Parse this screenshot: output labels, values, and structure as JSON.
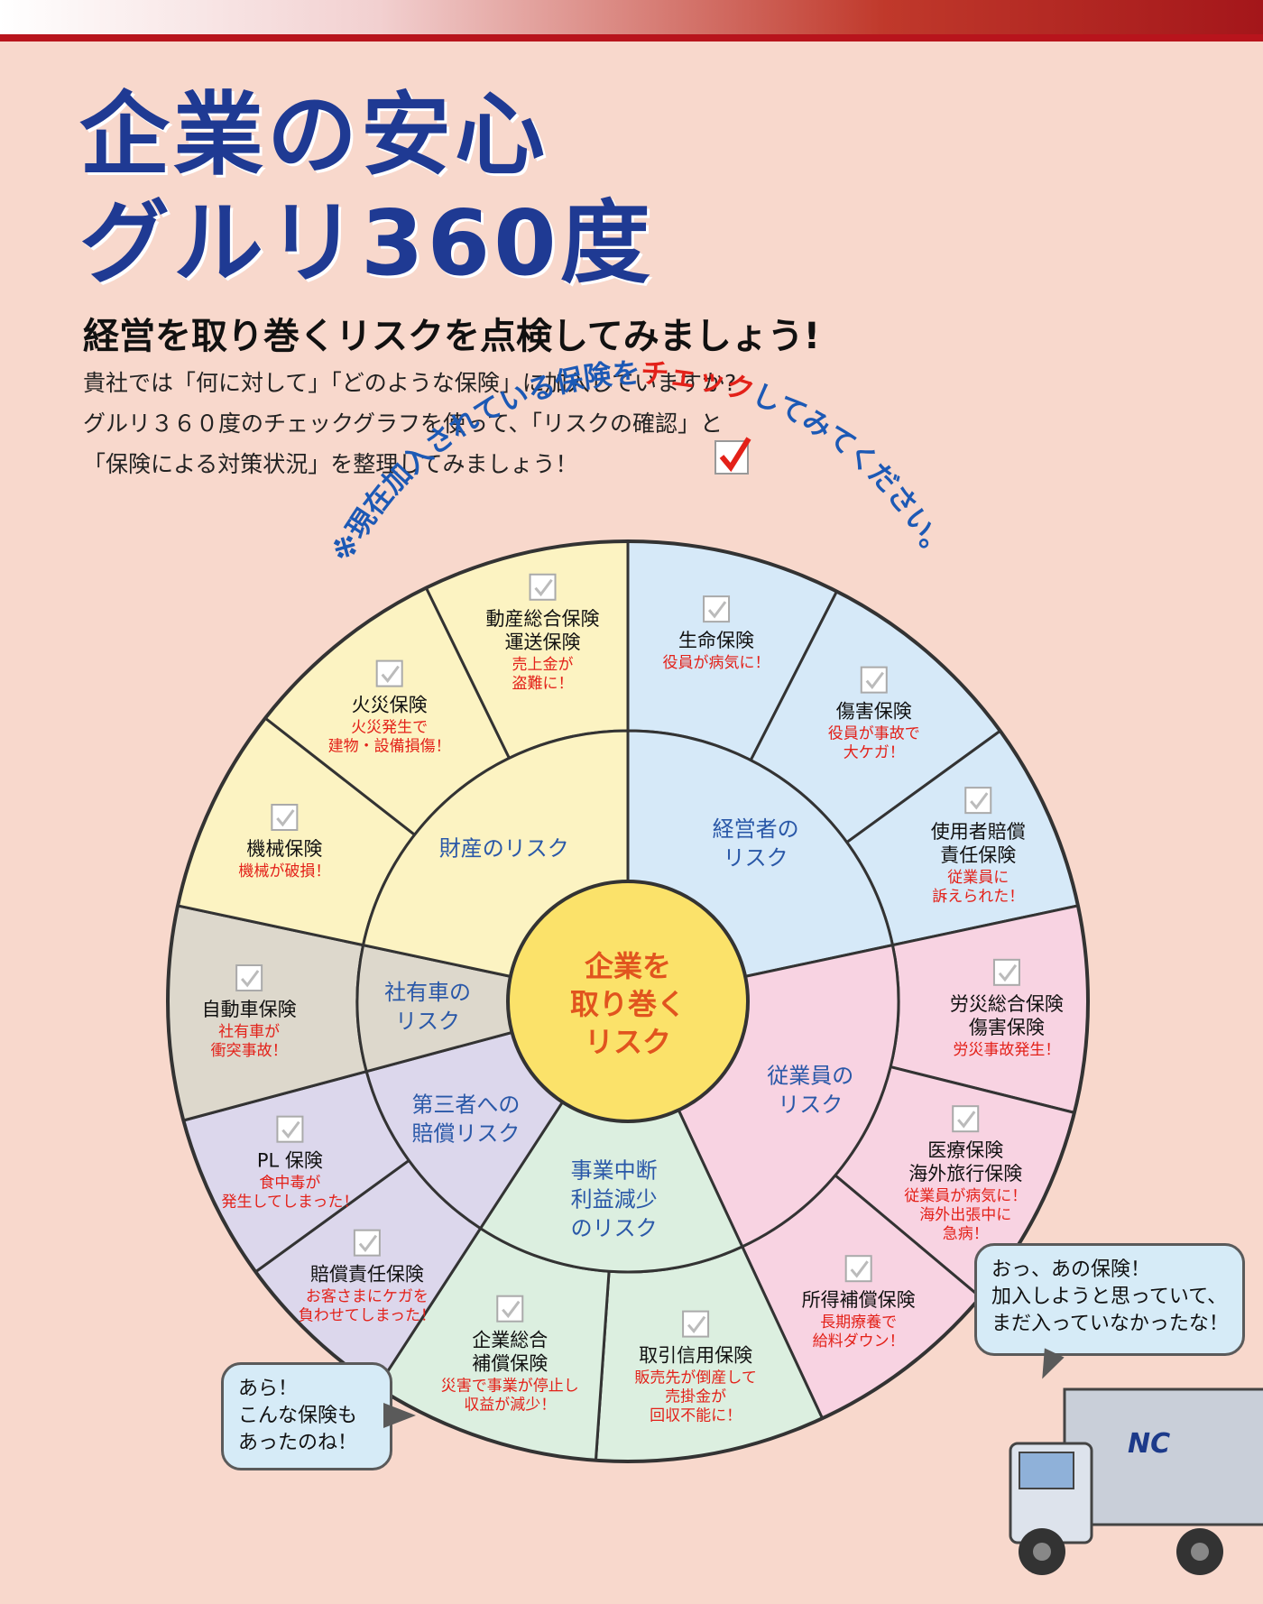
{
  "header": {
    "title_line1": "企業の安心",
    "title_line2": "グルリ360度",
    "subtitle": "経営を取り巻くリスクを点検してみましょう!",
    "intro": [
      "貴社では「何に対して」「どのような保険」に加入していますか?",
      "グルリ３６０度のチェックグラフを使って、「リスクの確認」と",
      "「保険による対策状況」を整理してみましょう！"
    ]
  },
  "arc_instruction": {
    "prefix": "※現在加入されている保険を",
    "highlight": "チェック",
    "suffix": "してみてください。"
  },
  "wheel": {
    "center": [
      "企業を",
      "取り巻く",
      "リスク"
    ],
    "categories": [
      {
        "name": [
          "経営者の",
          "リスク"
        ],
        "color": "#d6e9f8"
      },
      {
        "name": [
          "従業員の",
          "リスク"
        ],
        "color": "#f8d3e2"
      },
      {
        "name": [
          "事業中断",
          "利益減少",
          "のリスク"
        ],
        "color": "#dcefe0"
      },
      {
        "name": [
          "第三者への",
          "賠償リスク"
        ],
        "color": "#dcd7ec"
      },
      {
        "name": [
          "社有車の",
          "リスク"
        ],
        "color": "#ddd8cc"
      },
      {
        "name": [
          "財産のリスク"
        ],
        "color": "#fcf3c2"
      }
    ],
    "insurances": [
      {
        "name": [
          "生命保険"
        ],
        "scenario": [
          "役員が病気に！"
        ]
      },
      {
        "name": [
          "傷害保険"
        ],
        "scenario": [
          "役員が事故で",
          "大ケガ！"
        ]
      },
      {
        "name": [
          "使用者賠償",
          "責任保険"
        ],
        "scenario": [
          "従業員に",
          "訴えられた！"
        ]
      },
      {
        "name": [
          "労災総合保険",
          "傷害保険"
        ],
        "scenario": [
          "労災事故発生！"
        ]
      },
      {
        "name": [
          "医療保険",
          "海外旅行保険"
        ],
        "scenario": [
          "従業員が病気に！",
          "海外出張中に",
          "急病！"
        ]
      },
      {
        "name": [
          "所得補償保険"
        ],
        "scenario": [
          "長期療養で",
          "給料ダウン！"
        ]
      },
      {
        "name": [
          "取引信用保険"
        ],
        "scenario": [
          "販売先が倒産して",
          "売掛金が",
          "回収不能に！"
        ]
      },
      {
        "name": [
          "企業総合",
          "補償保険"
        ],
        "scenario": [
          "災害で事業が停止し",
          "収益が減少！"
        ]
      },
      {
        "name": [
          "賠償責任保険"
        ],
        "scenario": [
          "お客さまにケガを",
          "負わせてしまった！"
        ]
      },
      {
        "name": [
          "PL 保険"
        ],
        "scenario": [
          "食中毒が",
          "発生してしまった！"
        ]
      },
      {
        "name": [
          "自動車保険"
        ],
        "scenario": [
          "社有車が",
          "衝突事故！"
        ]
      },
      {
        "name": [
          "機械保険"
        ],
        "scenario": [
          "機械が破損！"
        ]
      },
      {
        "name": [
          "火災保険"
        ],
        "scenario": [
          "火災発生で",
          "建物・設備損傷！"
        ]
      },
      {
        "name": [
          "動産総合保険",
          "運送保険"
        ],
        "scenario": [
          "売上金が",
          "盗難に！"
        ]
      }
    ]
  },
  "bubbles": {
    "left": [
      "あら！",
      "こんな保険も",
      "あったのね！"
    ],
    "right": [
      "おっ、あの保険！",
      "加入しようと思っていて、",
      "まだ入っていなかったな！"
    ]
  },
  "truck_logo": "NC",
  "icons": [
    "checkbox-icon",
    "magnifier-icon",
    "truck-icon"
  ]
}
